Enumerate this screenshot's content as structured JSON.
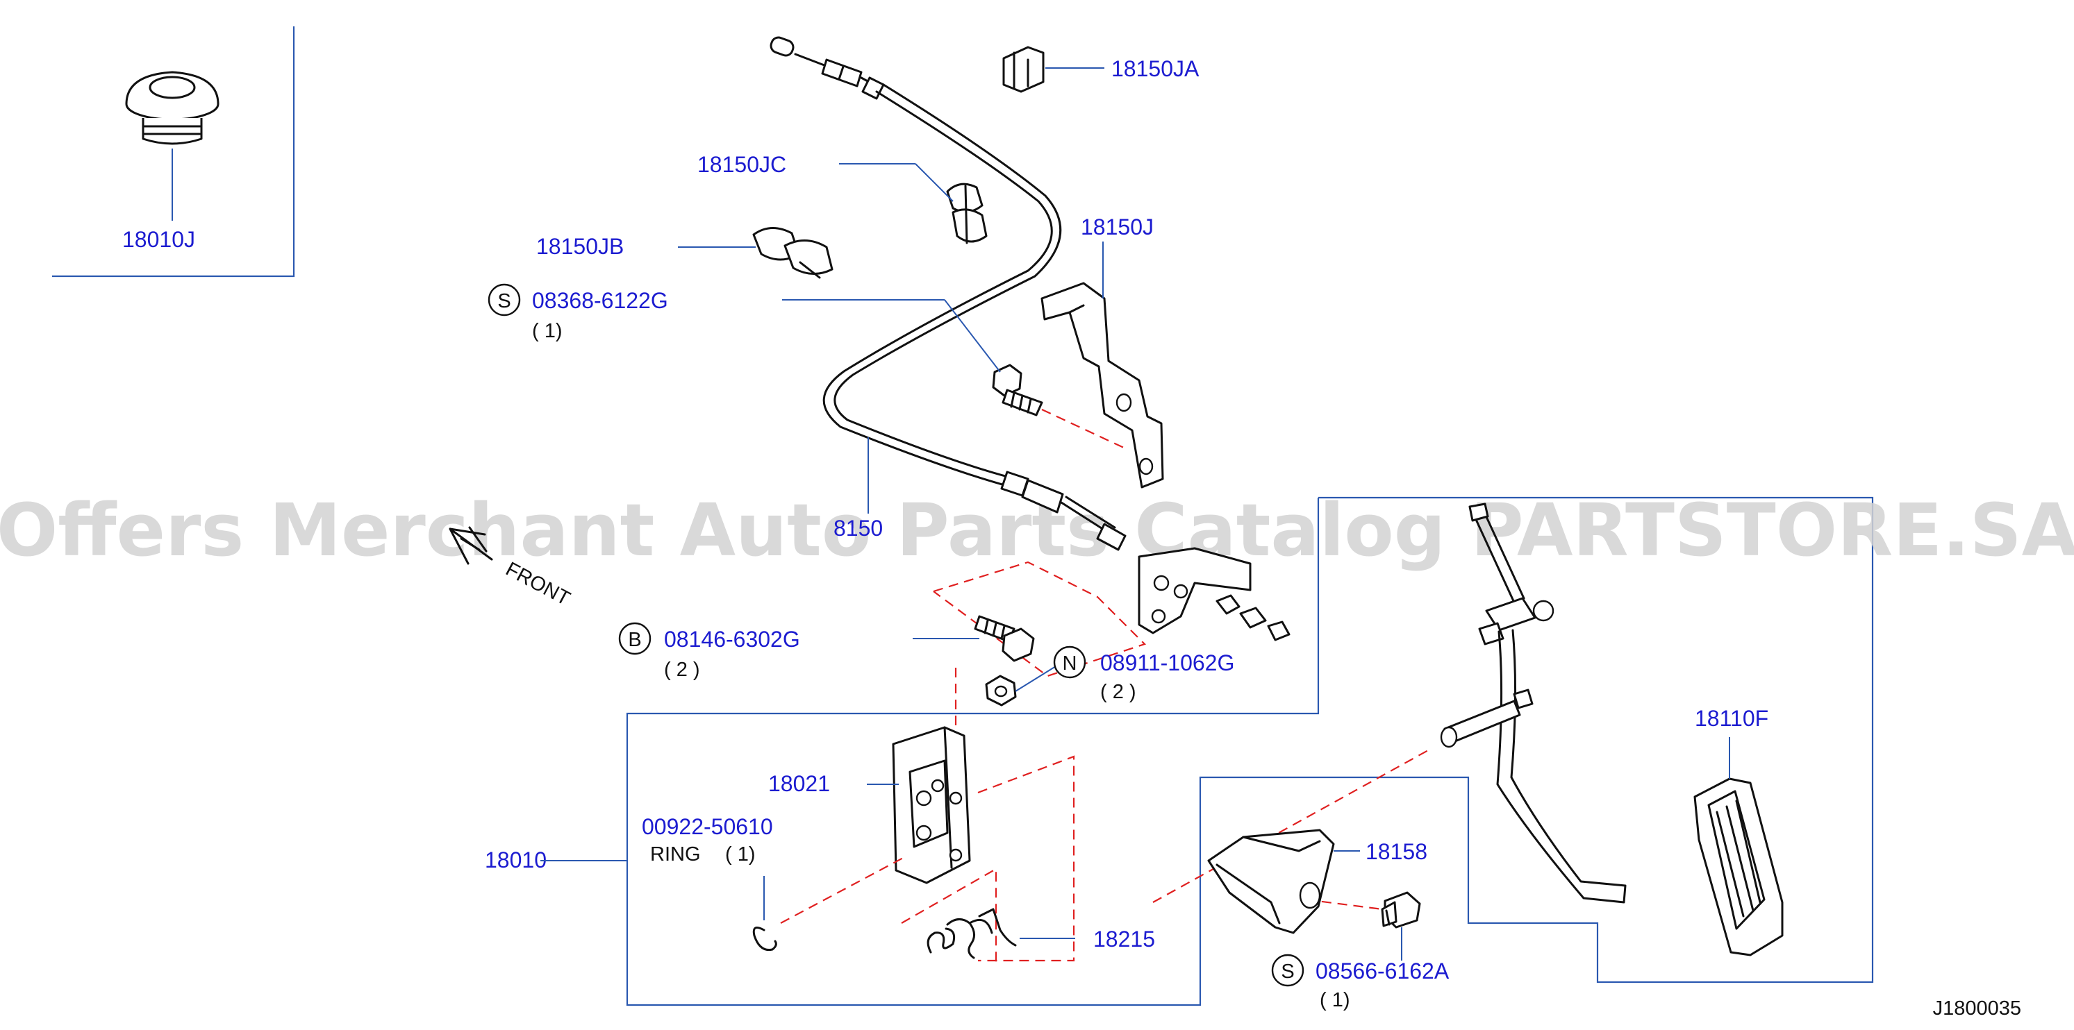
{
  "diagram_id": "J1800035",
  "watermark": "Offers Merchant Auto Parts Catalog PARTSTORE.SA",
  "front_label": "FRONT",
  "cable_label_partial": "8150",
  "parts": [
    {
      "key": "p18010J",
      "code": "18010J"
    },
    {
      "key": "p18150JA",
      "code": "18150JA"
    },
    {
      "key": "p18150JC",
      "code": "18150JC"
    },
    {
      "key": "p18150JB",
      "code": "18150JB"
    },
    {
      "key": "p18150J",
      "code": "18150J"
    },
    {
      "key": "p08368",
      "code": "08368-6122G",
      "prefix": "S",
      "qty": "( 1)"
    },
    {
      "key": "p08146",
      "code": "08146-6302G",
      "prefix": "B",
      "qty": "( 2 )"
    },
    {
      "key": "p08911",
      "code": "08911-1062G",
      "prefix": "N",
      "qty": "( 2 )"
    },
    {
      "key": "p18021",
      "code": "18021"
    },
    {
      "key": "p00922",
      "code": "00922-50610",
      "desc": "RING",
      "qty": "( 1)"
    },
    {
      "key": "p18010",
      "code": "18010"
    },
    {
      "key": "p18215",
      "code": "18215"
    },
    {
      "key": "p18158",
      "code": "18158"
    },
    {
      "key": "p08566",
      "code": "08566-6162A",
      "prefix": "S",
      "qty": "( 1)"
    },
    {
      "key": "p18110F",
      "code": "18110F"
    }
  ],
  "colors": {
    "label": "#1c1cd0",
    "leader": "#2a58b0",
    "dashed": "#e02020",
    "line_art": "#111111",
    "watermark": "#d3d3d3"
  }
}
